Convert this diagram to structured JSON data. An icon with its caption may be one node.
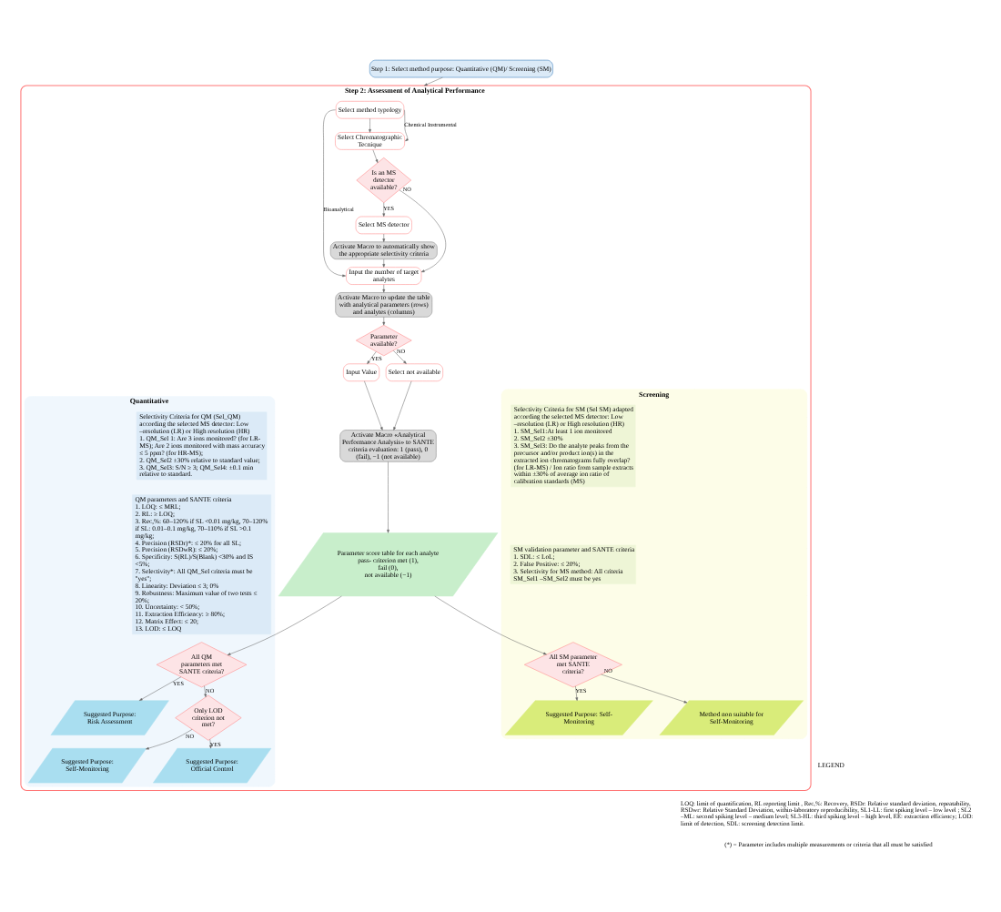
{
  "diagram": {
    "nodes": [
      {
        "text": [
          "Step 1: Select method purpose: Quantitative (QM)/ Screening (SM)"
        ]
      },
      {
        "text": [
          "Step 2: Assessment of Analytical Performance"
        ]
      },
      {
        "text": [
          "Quantitative"
        ],
        "in": 1
      },
      {
        "text": [
          "Selectivity Criteria for QM (Sel_QM) according the selected MS detector: Low –resolution (LR) or High resolution (HR)",
          "1. QM_Sel 1: Are 3 ions monitored? (for LR-MS); Are 2 ions monitored with mass accuracy ≤ 5 ppm? (for HR-MS);",
          "2. QM_Sel2 ±30% relative to standard value;",
          "3. QM_Sel3: S/N ≥ 3; QM_Sel4: ±0.1 min relative to standard."
        ],
        "in": 2
      },
      {
        "text": [
          "QM parameters and SANTE criteria",
          "1. LOQ: ≤ MRL;",
          "2. RL: ≥ LOQ;",
          "3. Rec,%: 60–120% if SL <0.01 mg/kg, 70–120% if SL: 0.01–0.1 mg/kg, 70–110% if SL >0.1 mg/kg;",
          "4. Precision (RSDr)*: ≤ 20% for all SL;",
          "5. Precision (RSDwR): ≤ 20%;",
          "6. Specificity: S(RL)/S(Blank) <30% and IS <5%;",
          "7. Selectivity*: All QM_Sel criteria must be \"yes\";",
          "8. Linearity: Deviation ≤ 3; 0%",
          "9. Robustness: Maximum value of two tests ≤ 20%;",
          "10. Uncertainty: < 50%;",
          "11. Extraction Efficiency: ≥ 80%;",
          "12. Matrix Effect: ≤ 20;",
          "13. LOD: ≤ LOQ"
        ],
        "in": 2
      },
      {
        "text": [
          "Select method typology"
        ],
        "in": 1
      },
      {
        "text": [
          "Select Chromatographic Tecnique"
        ],
        "in": 1
      },
      {
        "text": [
          "Is an MS detector available?"
        ],
        "in": 1
      },
      {
        "text": [
          "Select MS detector"
        ],
        "in": 1
      },
      {
        "text": [
          "Activate Macro to automatically show the appropriate selectivity criteria"
        ],
        "in": 1
      },
      {
        "text": [
          "Input the number of target analytes"
        ],
        "in": 1
      },
      {
        "text": [
          "Activate Macro to update the table with analytical parameters (rows) and analytes (columns)"
        ],
        "in": 1
      },
      {
        "text": [
          "Parameter available?"
        ],
        "in": 1
      },
      {
        "text": [
          "Input Value"
        ],
        "in": 1
      },
      {
        "text": [
          "Select not available"
        ],
        "in": 1
      },
      {
        "text": [
          "Activate Macro «Analytical Performance Analysis» to SANTE criteria evaluation: 1 (pass), 0 (fail), −1 (not available)"
        ],
        "in": 1
      },
      {
        "text": [
          "Parameter score table for each analyte",
          "pass- criterion met (1),",
          "fail (0),",
          "not available (−1)"
        ],
        "in": 1
      },
      {
        "text": [
          "All QM parameters met SANTE criteria?"
        ],
        "in": 2
      },
      {
        "text": [
          "Suggested Purpose: Risk Assessment"
        ],
        "in": 2
      },
      {
        "text": [
          "Only LOD criterion not met?"
        ],
        "in": 2
      },
      {
        "text": [
          "Suggested Purpose: Official Control"
        ],
        "in": 2
      },
      {
        "text": [
          "Suggested Purpose: Self-Monitoring"
        ],
        "in": 2
      },
      {
        "text": [
          "Screening"
        ],
        "in": 1
      },
      {
        "text": [
          "Selectivity Criteria for SM (Sel SM) adapted according the selected MS detector: Low –resolution (LR) or High resolution (HR)",
          "1. SM_Sel1:At least 1 ion monitored",
          "2. SM_Sel2 ±30%",
          "3. SM_Sel3: Do the analyte peaks from the precursor and/or product ion(s) in the extracted ion chromatograms fully overlap? (for LR-MS) / Ion ratio from sample extracts within ±30% of average ion ratio of calibration standards (MS)"
        ],
        "in": 22
      },
      {
        "text": [
          "SM validation parameter and SANTE criteria",
          "1. SDL: ≤ LoL;",
          "2. False Positive: ≤ 20%;",
          "3. Selectivity for MS method: All criteria SM_Sel1 –SM_Sel2 must be yes"
        ],
        "in": 22
      },
      {
        "text": [
          "All SM parameter met SANTE criteria?"
        ],
        "in": 22
      },
      {
        "text": [
          "Suggested Purpose: Self-Monitoring"
        ],
        "in": 22
      },
      {
        "text": [
          "Method non suitable for Self-Monitoring"
        ],
        "in": 22
      }
    ],
    "edges": [
      {
        "from": 0,
        "to": 1,
        "arrow": "to"
      },
      {
        "from": 5,
        "to": 6,
        "arrow": "to"
      },
      {
        "from": 5,
        "to": 10,
        "label": "Bioanalytical",
        "arrow": "to"
      },
      {
        "from": 5,
        "to": 6,
        "label": "Chemical Instrumental",
        "arrow": "to"
      },
      {
        "from": 6,
        "to": 7,
        "arrow": "to"
      },
      {
        "from": 7,
        "to": 8,
        "label": "YES",
        "arrow": "to"
      },
      {
        "from": 7,
        "to": 10,
        "label": "NO",
        "arrow": "to"
      },
      {
        "from": 8,
        "to": 9,
        "arrow": "to"
      },
      {
        "from": 9,
        "to": 10,
        "arrow": "to"
      },
      {
        "from": 10,
        "to": 11,
        "arrow": "to"
      },
      {
        "from": 11,
        "to": 12,
        "arrow": "to"
      },
      {
        "from": 12,
        "to": 13,
        "label": "YES",
        "arrow": "to"
      },
      {
        "from": 12,
        "to": 14,
        "label": "NO",
        "arrow": "to"
      },
      {
        "from": 13,
        "to": 15,
        "arrow": "to"
      },
      {
        "from": 14,
        "to": 15,
        "arrow": "to"
      },
      {
        "from": 15,
        "to": 16,
        "arrow": "to"
      },
      {
        "from": 16,
        "to": 17,
        "arrow": "to"
      },
      {
        "from": 16,
        "to": 25,
        "arrow": "to"
      },
      {
        "from": 17,
        "to": 18,
        "label": "YES",
        "arrow": "to"
      },
      {
        "from": 17,
        "to": 19,
        "label": "NO",
        "arrow": "to"
      },
      {
        "from": 19,
        "to": 20,
        "label": "YES",
        "arrow": "to"
      },
      {
        "from": 19,
        "to": 21,
        "label": "NO",
        "arrow": "to"
      },
      {
        "from": 25,
        "to": 26,
        "label": "YES",
        "arrow": "to"
      },
      {
        "from": 25,
        "to": 27,
        "label": "NO",
        "arrow": "to"
      }
    ],
    "labels": [
      "LEGEND",
      "LOQ: limit of quantification, RL reporting limit , Rec,%: Recovery, RSDr: Relative standard deviation, repeatability, RSDwr: Relative Standard Deviation, within-laboratory reproducibility, SL1-LL: first spiking level – low level ; SL2 –ML: second spiking level – medium level; SL3-HL: third spiking level – high level, EE: extraction efficiency; LOD: limit of detection, SDL: screening detection limit.",
      "(*) = Parameter includes multiple measurements or criteria that all must be satisfied"
    ]
  }
}
